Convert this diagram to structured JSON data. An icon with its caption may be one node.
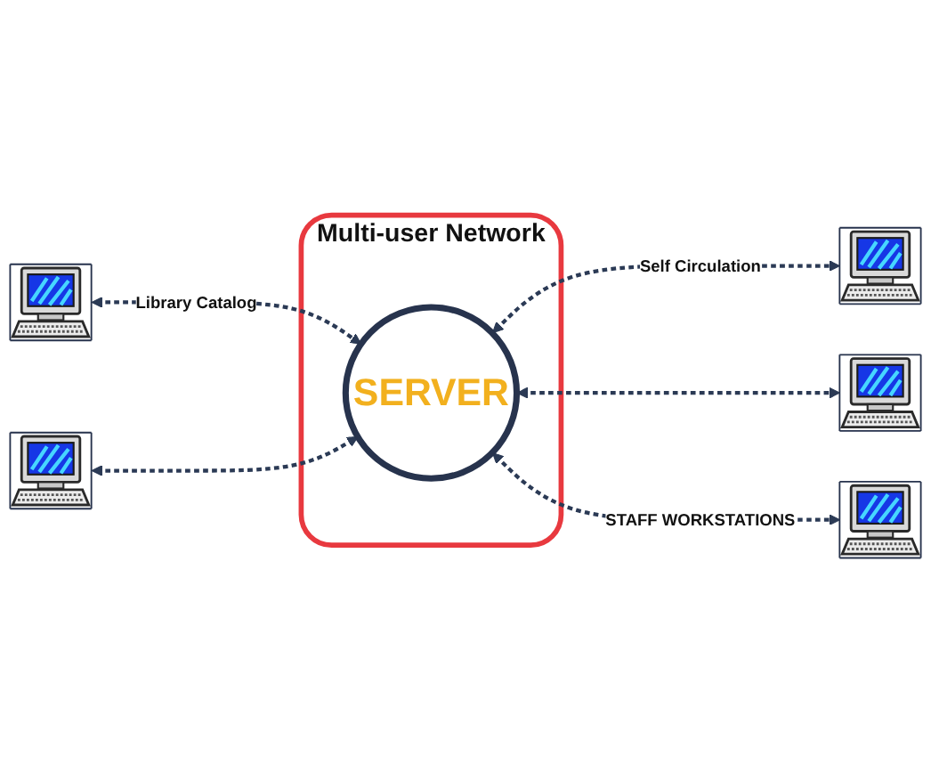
{
  "diagram": {
    "nodes": [
      {
        "text": [
          "Multi-user Network"
        ]
      },
      {
        "text": [
          "SERVER"
        ],
        "in": 0
      },
      {
        "text": [],
        "shape": "picture"
      },
      {
        "text": [],
        "shape": "picture"
      },
      {
        "text": [],
        "shape": "picture"
      },
      {
        "text": [],
        "shape": "picture"
      },
      {
        "text": [],
        "shape": "picture"
      }
    ],
    "edges": [
      {
        "from": 2,
        "to": 1,
        "arrow": "both",
        "style": "dashed",
        "label": "Library Catalog"
      },
      {
        "from": 1,
        "to": 3,
        "arrow": "both",
        "style": "dashed",
        "label": "Self Circulation"
      },
      {
        "from": 4,
        "to": 1,
        "arrow": "both",
        "style": "dashed"
      },
      {
        "from": 1,
        "to": 5,
        "arrow": "both",
        "style": "dashed"
      },
      {
        "from": 1,
        "to": 6,
        "arrow": "both",
        "style": "dashed",
        "label": "STAFF WORKSTATIONS"
      }
    ]
  }
}
